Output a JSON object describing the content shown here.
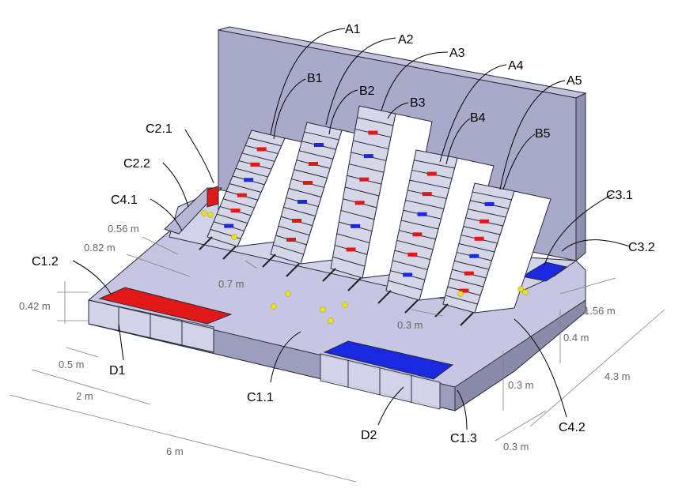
{
  "labels": {
    "a1": "A1",
    "a2": "A2",
    "a3": "A3",
    "a4": "A4",
    "a5": "A5",
    "b1": "B1",
    "b2": "B2",
    "b3": "B3",
    "b4": "B4",
    "b5": "B5",
    "c1_1": "C1.1",
    "c1_2": "C1.2",
    "c1_3": "C1.3",
    "c2_1": "C2.1",
    "c2_2": "C2.2",
    "c3_1": "C3.1",
    "c3_2": "C3.2",
    "c4_1": "C4.1",
    "c4_2": "C4.2",
    "d1": "D1",
    "d2": "D2"
  },
  "dimensions": {
    "d_056": "0.56 m",
    "d_082": "0.82 m",
    "d_07": "0.7 m",
    "d_042": "0.42 m",
    "d_05": "0.5 m",
    "d_2": "2 m",
    "d_6": "6 m",
    "d_03_mid": "0.3 m",
    "d_156": "1.56 m",
    "d_04": "0.4 m",
    "d_43": "4.3 m",
    "d_03_right": "0.3 m",
    "d_03_bottom": "0.3 m"
  },
  "colors": {
    "wall": "#a9a9c9",
    "floor": "#c6c6e2",
    "floor_dark": "#9d9dbd",
    "ramp": "#ffffff",
    "ramp_side": "#d6d6e8",
    "red": "#e01818",
    "blue": "#1a28e0",
    "ball": "#e8e020"
  }
}
